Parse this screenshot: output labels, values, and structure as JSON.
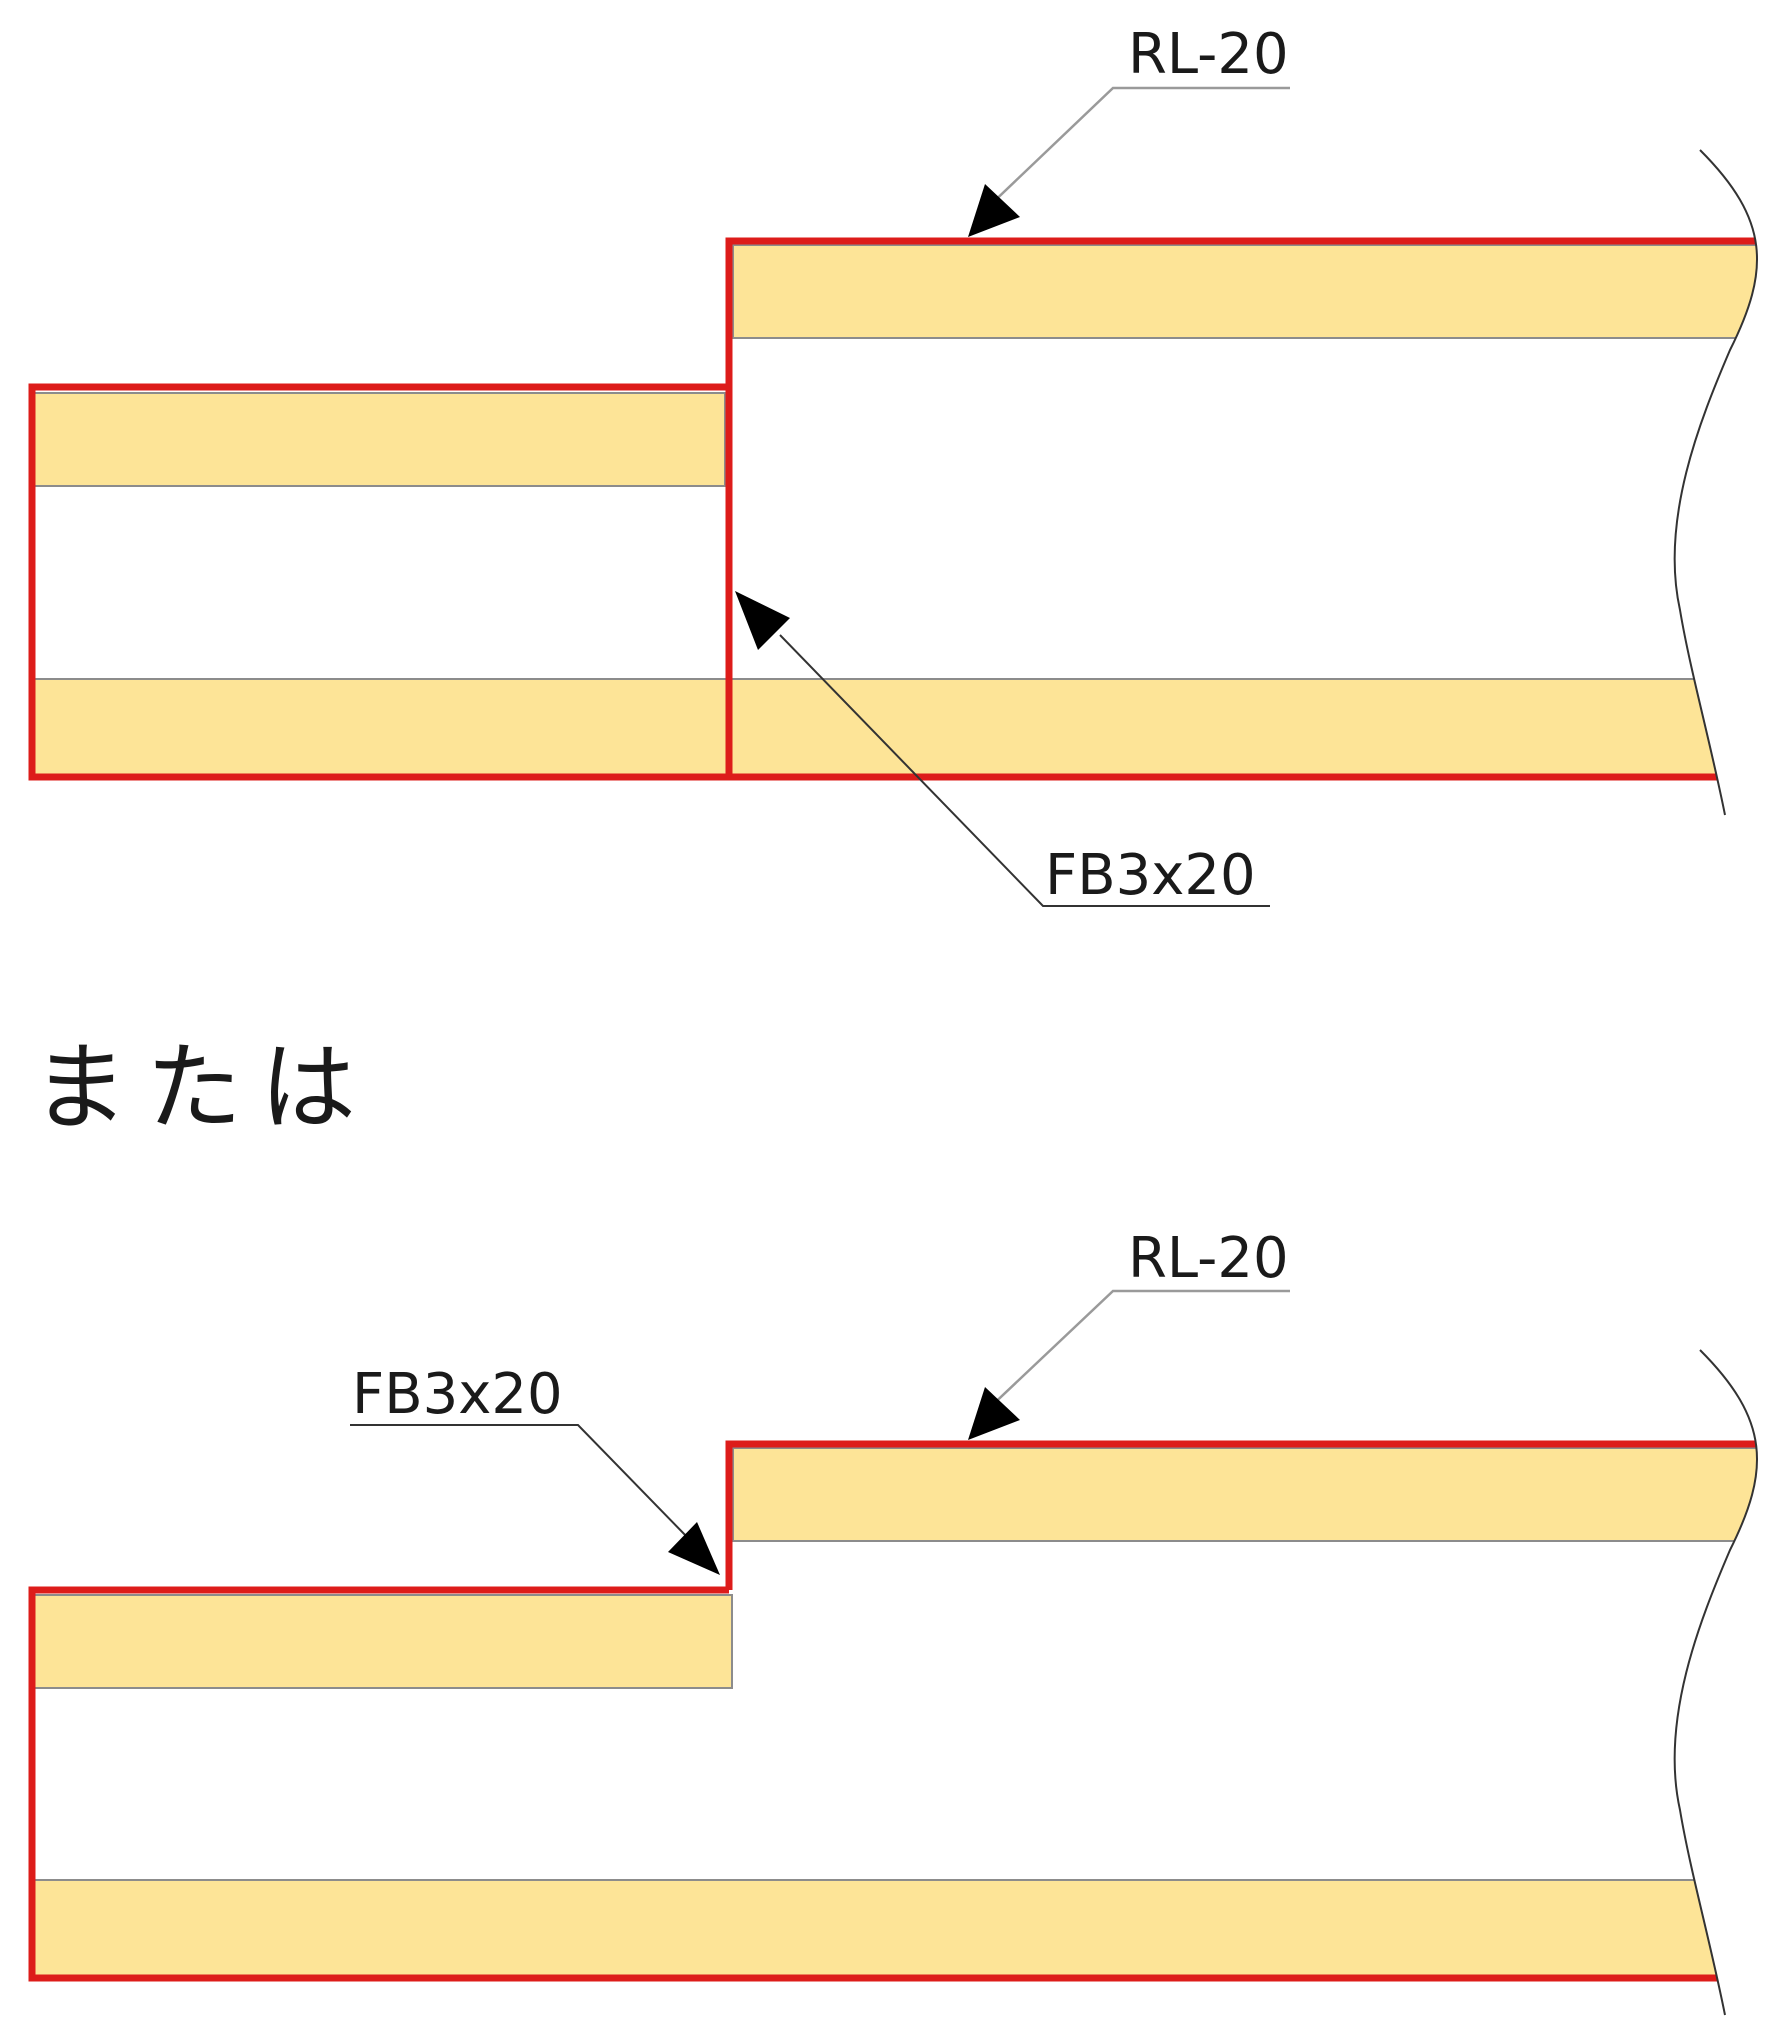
{
  "colors": {
    "board_fill": "#FDE497",
    "trim_red": "#DD1C1A",
    "outline_gray": "#8C8C8C",
    "leader_gray": "#9A9A9A",
    "text": "#1A1A1A"
  },
  "diagram_top": {
    "label_rl": "RL-20",
    "label_fb": "FB3x20"
  },
  "separator_text": "または",
  "diagram_bottom": {
    "label_rl": "RL-20",
    "label_fb": "FB3x20"
  }
}
